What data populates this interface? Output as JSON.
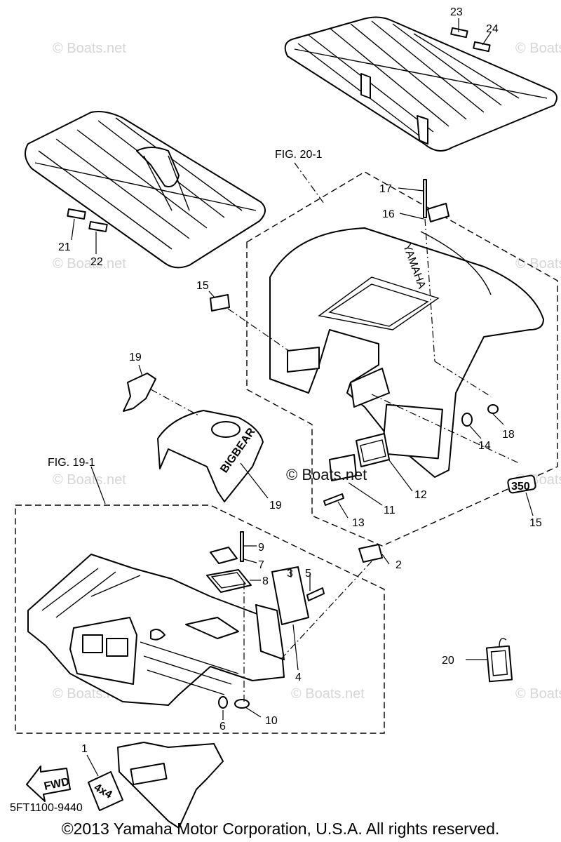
{
  "watermark": {
    "text": "© Boats.net",
    "main_text": "© Boats.net"
  },
  "figure_refs": {
    "fig20": "FIG. 20-1",
    "fig19": "FIG. 19-1"
  },
  "stickers": {
    "yamaha": "YAMAHA",
    "model_badge": "350",
    "fwd": "FWD",
    "four_by_four": "4x4",
    "bigbear": "BIGBEAR"
  },
  "part_labels": {
    "p1": "1",
    "p2": "2",
    "p3": "3",
    "p4": "4",
    "p5": "5",
    "p6": "6",
    "p7": "7",
    "p8": "8",
    "p9": "9",
    "p10": "10",
    "p11": "11",
    "p12": "12",
    "p13": "13",
    "p14": "14",
    "p15a": "15",
    "p15b": "15",
    "p16": "16",
    "p17": "17",
    "p18": "18",
    "p19a": "19",
    "p19b": "19",
    "p20": "20",
    "p21": "21",
    "p22": "22",
    "p23": "23",
    "p24": "24"
  },
  "diagram_code": "5FT1100-9440",
  "copyright": "©2013 Yamaha Motor Corporation, U.S.A. All rights reserved."
}
